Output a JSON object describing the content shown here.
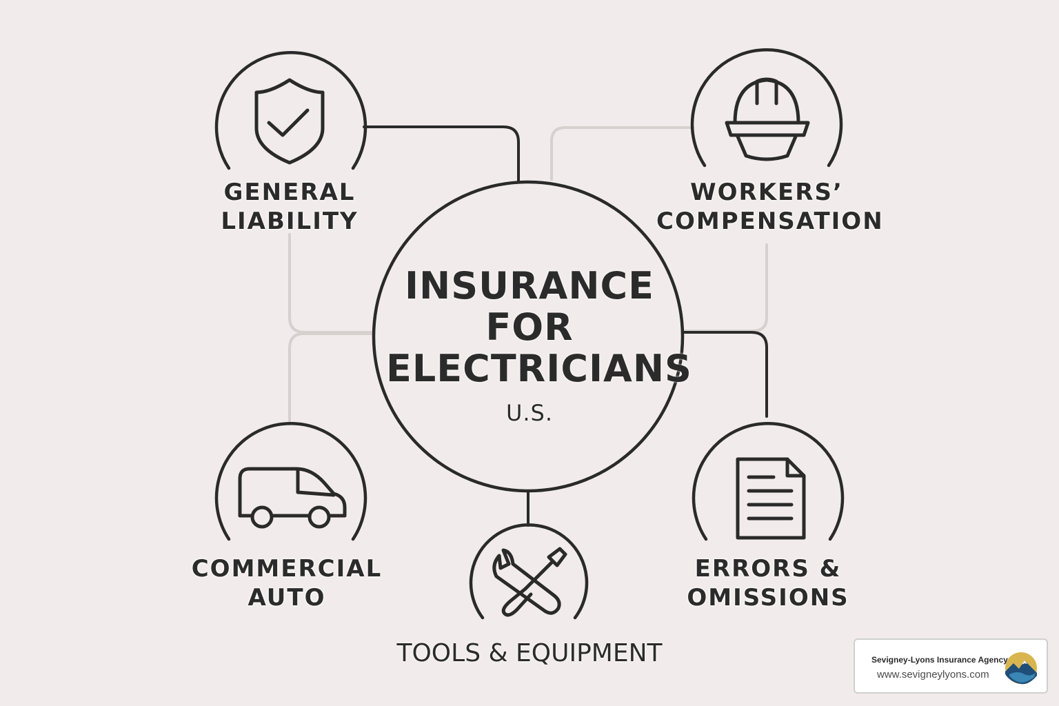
{
  "center": {
    "title_line1": "INSURANCE",
    "title_line2": "FOR",
    "title_line3": "ELECTRICIANS",
    "subtitle": "U.S."
  },
  "nodes": {
    "general_liability": {
      "line1": "GENERAL",
      "line2": "LIABILITY",
      "icon": "shield-check-icon"
    },
    "workers_compensation": {
      "line1": "WORKERS’",
      "line2": "COMPENSATION",
      "icon": "hard-hat-icon"
    },
    "commercial_auto": {
      "line1": "COMMERCIAL",
      "line2": "AUTO",
      "icon": "van-icon"
    },
    "errors_omissions": {
      "line1": "ERRORS &",
      "line2": "OMISSIONS",
      "icon": "document-icon"
    },
    "tools_equipment": {
      "label": "TOOLS & EQUIPMENT",
      "icon": "wrench-screwdriver-icon"
    }
  },
  "agency": {
    "name": "Sevigney-Lyons Insurance Agency",
    "url": "www.sevigneylyons.com",
    "logo_icon": "mountain-logo-icon"
  },
  "colors": {
    "background": "#f1eceb",
    "stroke": "#2a2a2a",
    "faint_stroke": "#d6d1cf"
  }
}
